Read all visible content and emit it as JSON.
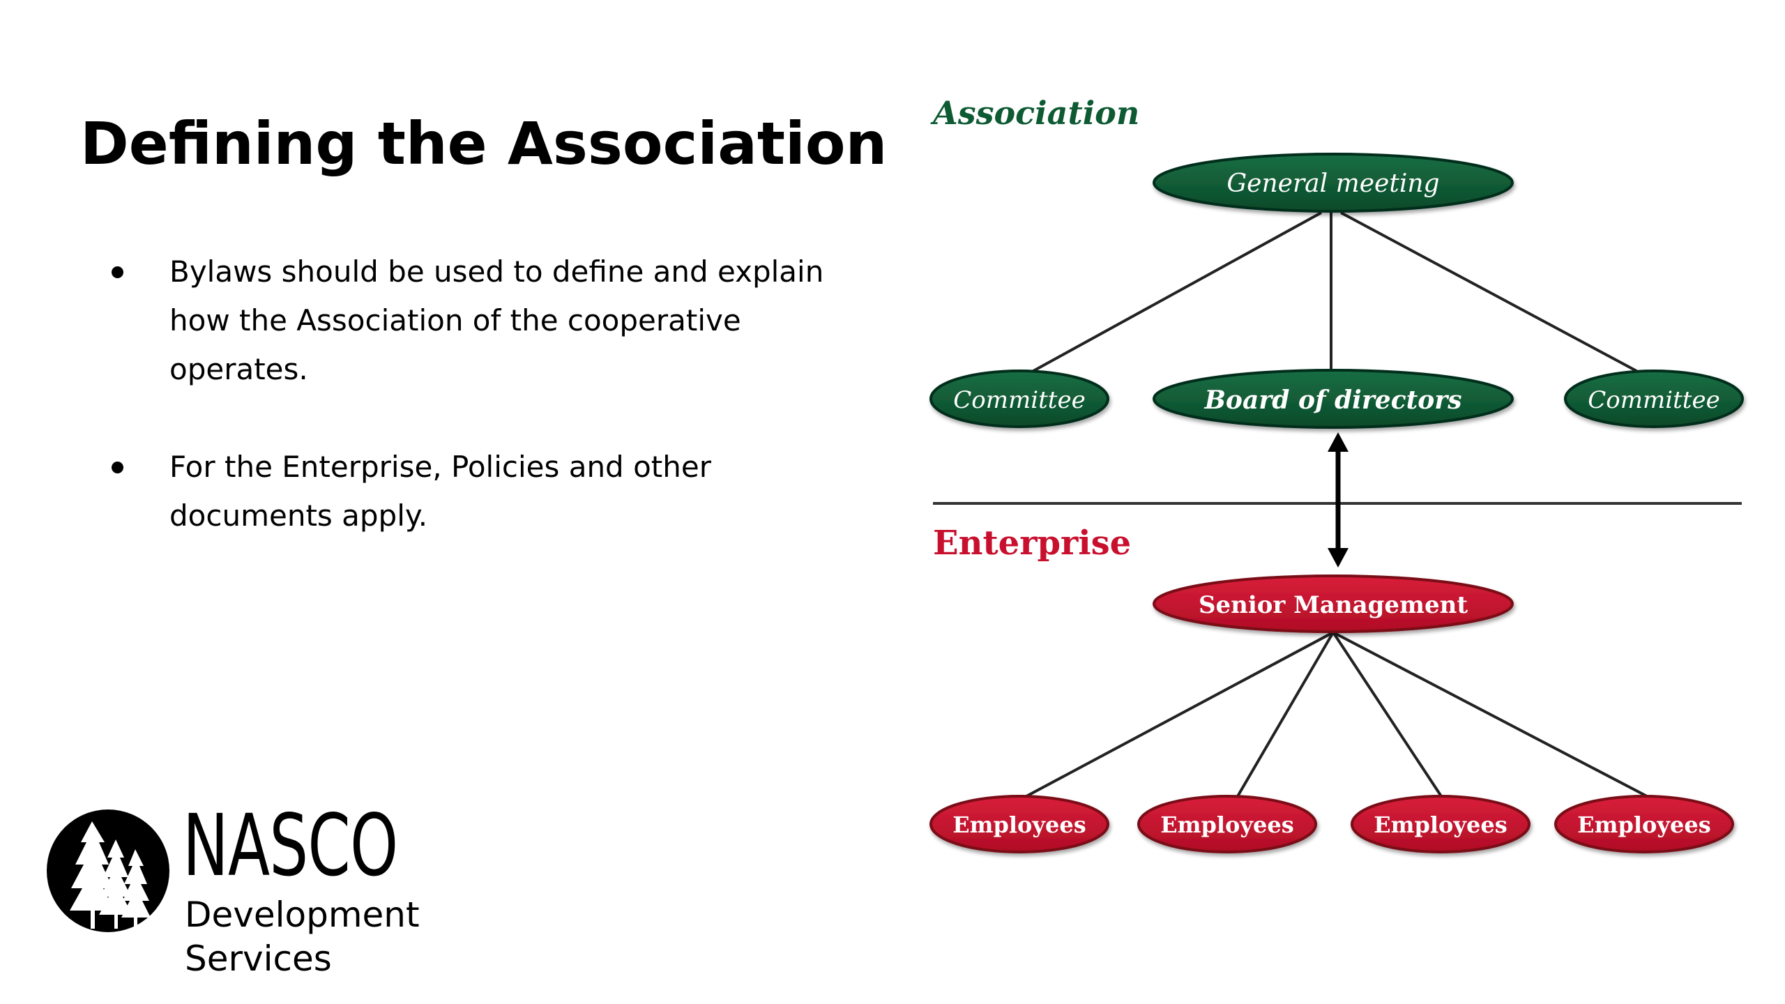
{
  "slide": {
    "title": "Defining the Association",
    "bullets": [
      "Bylaws should be used to define and explain how the Association of the cooperative operates.",
      "For the Enterprise, Policies and other documents apply."
    ]
  },
  "logo": {
    "name": "NASCO",
    "subtitle_line1": "Development",
    "subtitle_line2": "Services"
  },
  "org_chart": {
    "association_label": "Association",
    "enterprise_label": "Enterprise",
    "general_meeting": "General meeting",
    "committee_left": "Committee",
    "board_of_directors": "Board of directors",
    "committee_right": "Committee",
    "senior_management": "Senior Management",
    "employees": [
      "Employees",
      "Employees",
      "Employees",
      "Employees"
    ]
  },
  "colors": {
    "association_green": "#0d5a33",
    "enterprise_red": "#c8102e",
    "text_black": "#000000",
    "background": "#ffffff"
  }
}
